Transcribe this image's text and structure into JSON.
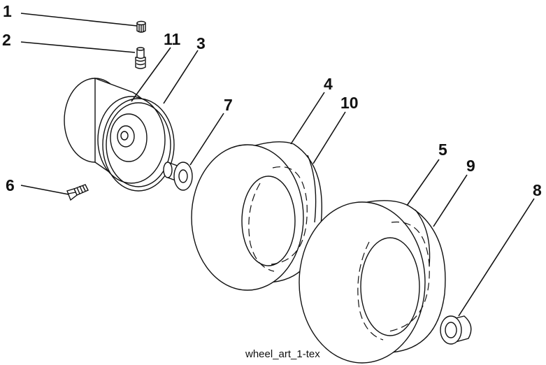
{
  "diagram": {
    "caption": "wheel_art_1-tex",
    "callouts": {
      "p1": "1",
      "p2": "2",
      "p3": "3",
      "p4": "4",
      "p5": "5",
      "p6": "6",
      "p7": "7",
      "p8": "8",
      "p9": "9",
      "p10": "10",
      "p11": "11"
    }
  }
}
